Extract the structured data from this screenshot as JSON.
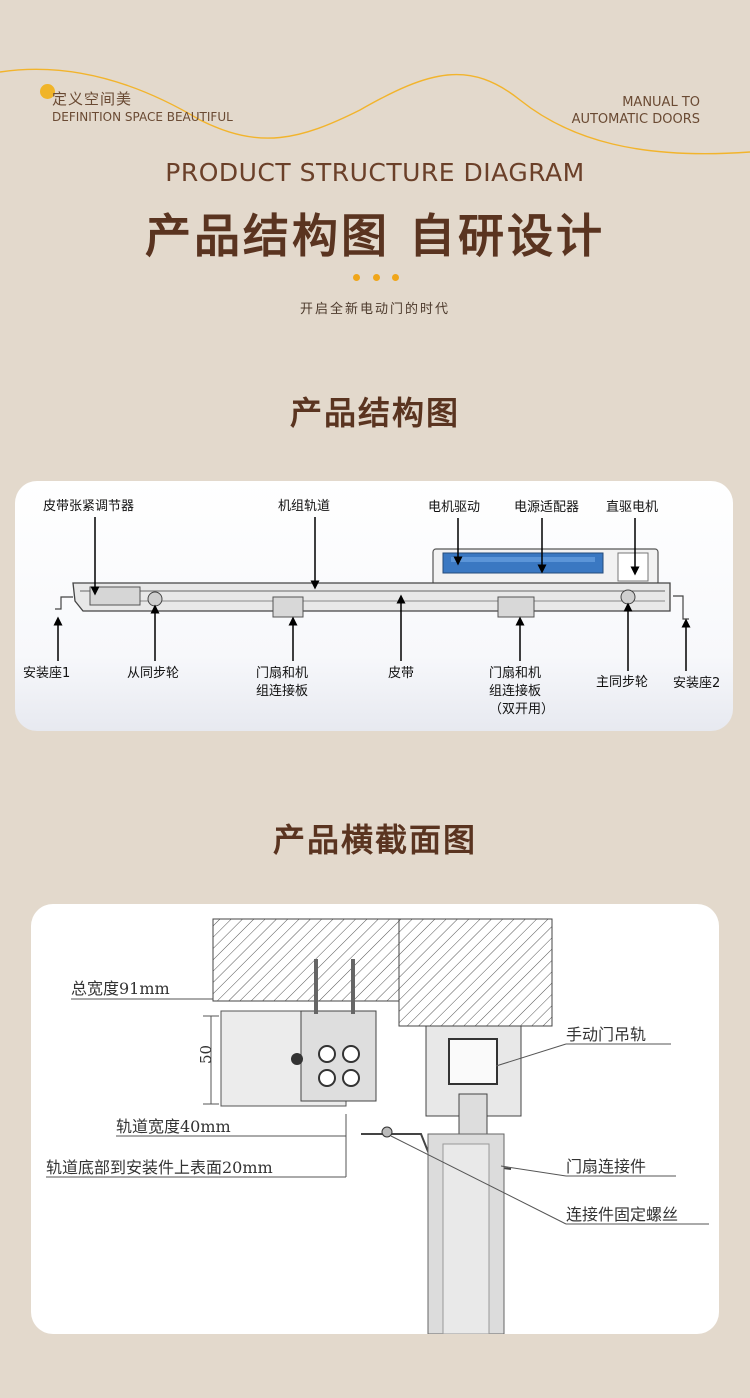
{
  "header": {
    "brand_cn": "定义空间美",
    "brand_en": "DEFINITION SPACE BEAUTIFUL",
    "tagline_line1": "MANUAL TO",
    "tagline_line2": "AUTOMATIC DOORS",
    "title_en": "PRODUCT STRUCTURE DIAGRAM",
    "title_cn": "产品结构图 自研设计",
    "subtitle": "开启全新电动门的时代"
  },
  "structure_section": {
    "title": "产品结构图",
    "labels_top": {
      "belt_tensioner": "皮带张紧调节器",
      "unit_track": "机组轨道",
      "motor_driver": "电机驱动",
      "power_adapter": "电源适配器",
      "direct_motor": "直驱电机"
    },
    "labels_bottom": {
      "mount1": "安装座1",
      "idler_pulley": "从同步轮",
      "door_plate_line1": "门扇和机",
      "door_plate_line2": "组连接板",
      "belt": "皮带",
      "door_plate2_line1": "门扇和机",
      "door_plate2_line2": "组连接板",
      "door_plate2_line3": "（双开用）",
      "main_pulley": "主同步轮",
      "mount2": "安装座2"
    }
  },
  "cross_section": {
    "title": "产品横截面图",
    "labels": {
      "total_width": "总宽度91mm",
      "height": "50",
      "track_width": "轨道宽度40mm",
      "bottom_to_mount": "轨道底部到安装件上表面20mm",
      "manual_rail": "手动门吊轨",
      "door_connector": "门扇连接件",
      "connector_screw": "连接件固定螺丝"
    }
  },
  "colors": {
    "background": "#e3d9cc",
    "title_brown": "#5a3420",
    "accent_orange": "#f0a61a",
    "pcb_blue": "#3a78c2"
  }
}
